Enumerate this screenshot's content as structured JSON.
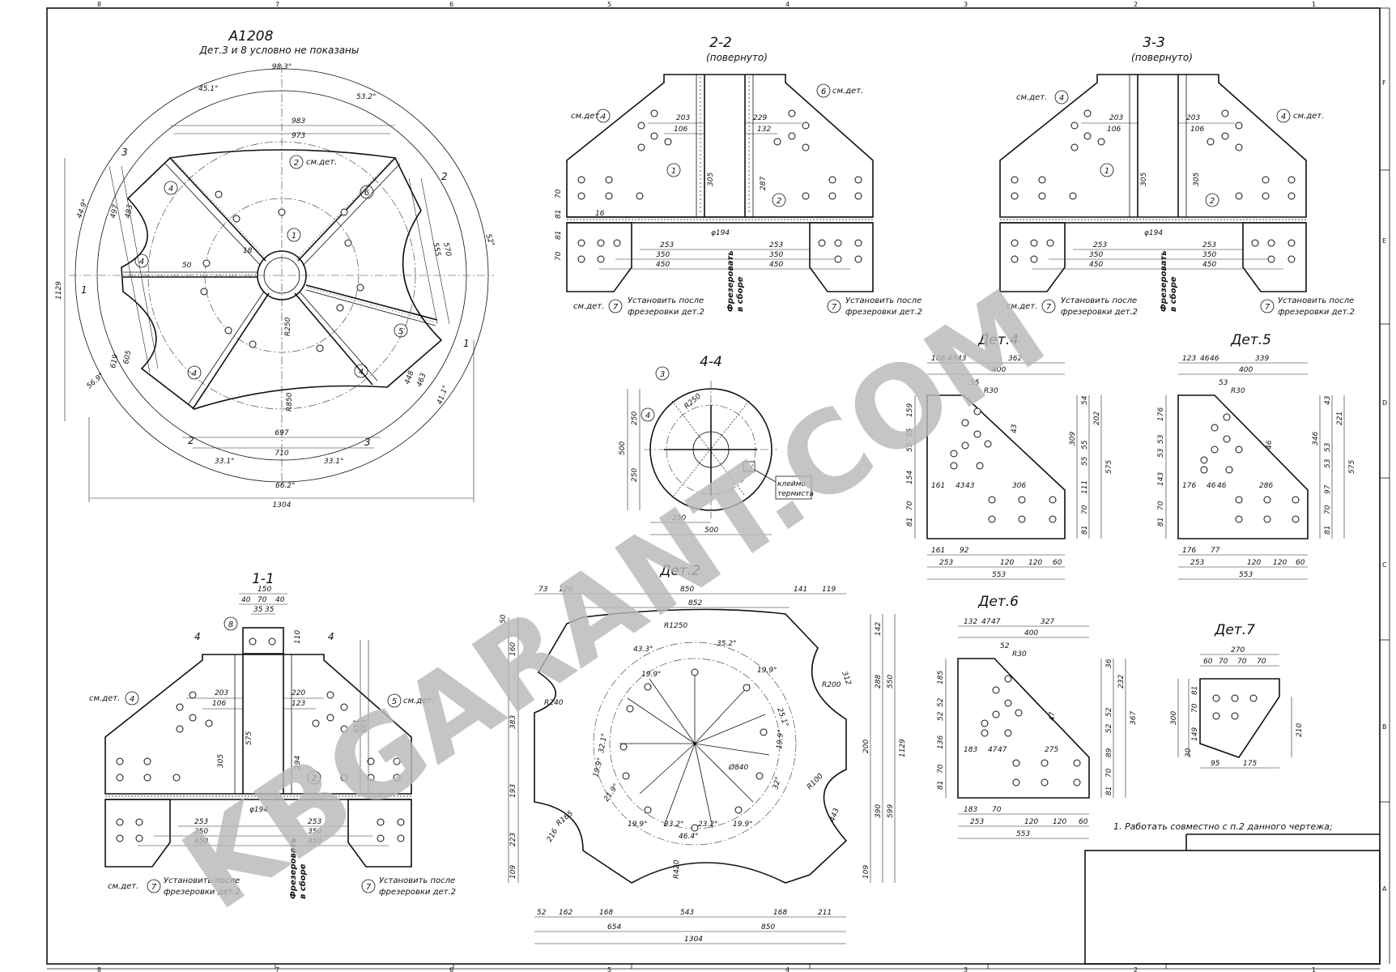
{
  "drawing": {
    "main_view": {
      "title": "A1208",
      "note": "Дет.3 и 8 условно не показаны"
    },
    "section_2_2": {
      "title": "2-2",
      "subtitle": "(повернуто)"
    },
    "section_3_3": {
      "title": "3-3",
      "subtitle": "(повернуто)"
    },
    "section_4_4": {
      "title": "4-4"
    },
    "section_1_1": {
      "title": "1-1"
    },
    "detail_2": {
      "title": "Дет.2"
    },
    "detail_4": {
      "title": "Дет.4"
    },
    "detail_5": {
      "title": "Дет.5"
    },
    "detail_6": {
      "title": "Дет.6"
    },
    "detail_7": {
      "title": "Дет.7"
    }
  },
  "callouts": {
    "see_det": "см.дет.",
    "install_after_1": "Установить после",
    "install_after_2": "фрезеровки дет.2",
    "mill_1": "Фрезеровать",
    "mill_2": "в сборе",
    "stamp_1": "клеймо",
    "stamp_2": "термиста"
  },
  "notes": {
    "note_1": "1. Работать совместно с п.2 данного чертежа;"
  },
  "watermark": "KBGARANT.COM",
  "dims": {
    "main": [
      "98.3°",
      "45.1°",
      "53.2°",
      "983",
      "973",
      "497",
      "483",
      "570",
      "555",
      "1129",
      "52°",
      "44.9°",
      "605",
      "619",
      "56.9°",
      "448",
      "463",
      "41.1°",
      "697",
      "710",
      "33.1°",
      "33.1°",
      "66.2°",
      "1304",
      "R850",
      "R250",
      "50",
      "18"
    ],
    "s22": [
      "203",
      "106",
      "229",
      "132",
      "305",
      "287",
      "253",
      "350",
      "450",
      "253",
      "350",
      "450",
      "φ194",
      "16",
      "70",
      "81",
      "70",
      "81"
    ],
    "s44": [
      "R250",
      "250",
      "250",
      "500",
      "250",
      "500"
    ],
    "s11": [
      "150",
      "40",
      "70",
      "40",
      "35",
      "35",
      "110",
      "203",
      "106",
      "220",
      "123",
      "575",
      "294",
      "305",
      "651",
      "665",
      "253",
      "350",
      "450",
      "253",
      "350",
      "450",
      "φ194"
    ],
    "d2": [
      "73",
      "120",
      "850",
      "141",
      "119",
      "852",
      "R1250",
      "50",
      "160",
      "383",
      "R240",
      "193",
      "223",
      "109",
      "R165",
      "216",
      "43.3°",
      "35.2°",
      "19.9°",
      "25.1°",
      "19.9°",
      "32.1°",
      "19.9°",
      "21.9°",
      "19.9°",
      "23.2°",
      "23.2°",
      "46.4°",
      "19.9°",
      "32°",
      "19.9°",
      "Ø840",
      "R200",
      "312",
      "R100",
      "443",
      "142",
      "288",
      "550",
      "200",
      "390",
      "599",
      "1129",
      "109",
      "R420",
      "52",
      "162",
      "168",
      "543",
      "168",
      "211",
      "654",
      "850",
      "1304"
    ],
    "d4": [
      "106",
      "43",
      "43",
      "362",
      "400",
      "55",
      "R30",
      "159",
      "55",
      "55",
      "154",
      "81",
      "70",
      "54",
      "202",
      "309",
      "55",
      "55",
      "111",
      "575",
      "43",
      "161",
      "43",
      "43",
      "306",
      "70",
      "81",
      "161",
      "92",
      "253",
      "120",
      "120",
      "60",
      "553"
    ],
    "d5": [
      "123",
      "46",
      "46",
      "339",
      "400",
      "53",
      "R30",
      "176",
      "53",
      "53",
      "143",
      "81",
      "70",
      "43",
      "221",
      "346",
      "53",
      "53",
      "97",
      "575",
      "46",
      "176",
      "46",
      "46",
      "286",
      "70",
      "81",
      "176",
      "77",
      "253",
      "120",
      "120",
      "60",
      "553"
    ],
    "d6": [
      "132",
      "47",
      "47",
      "327",
      "400",
      "52",
      "R30",
      "185",
      "52",
      "52",
      "136",
      "81",
      "70",
      "36",
      "232",
      "367",
      "52",
      "52",
      "89",
      "47",
      "183",
      "47",
      "47",
      "275",
      "70",
      "81",
      "183",
      "70",
      "253",
      "120",
      "120",
      "60",
      "553"
    ],
    "d7": [
      "270",
      "60",
      "70",
      "70",
      "70",
      "81",
      "70",
      "149",
      "300",
      "30",
      "95",
      "175",
      "210"
    ]
  },
  "frame": {
    "top_zones": [
      "8",
      "7",
      "6",
      "5",
      "4",
      "3",
      "2",
      "1"
    ],
    "side_zones": [
      "F",
      "E",
      "D",
      "C",
      "B",
      "A"
    ]
  }
}
